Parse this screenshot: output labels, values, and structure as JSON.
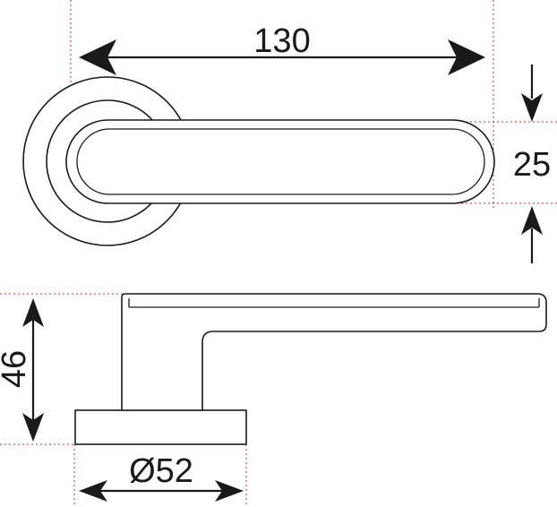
{
  "drawing": {
    "dimensions": {
      "length": "130",
      "height": "25",
      "rise": "46",
      "rose_diameter": "Ø52"
    },
    "colors": {
      "line": "#1a1a1a",
      "extension_line": "#c9302c",
      "background": "#ffffff"
    }
  }
}
